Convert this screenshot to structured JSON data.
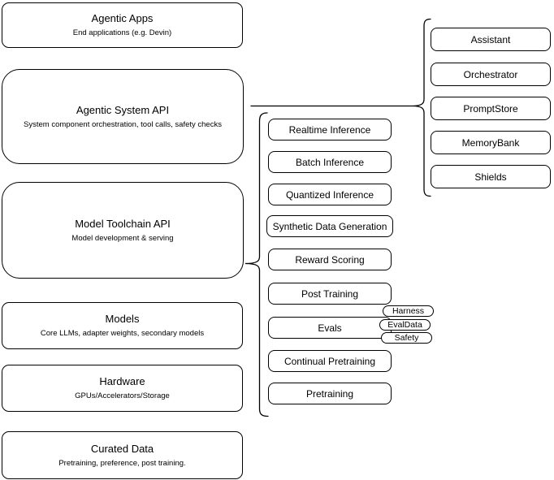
{
  "colors": {
    "stroke": "#000000",
    "fill": "#ffffff",
    "background": "#ffffff"
  },
  "stack": [
    {
      "title": "Agentic Apps",
      "subtitle": "End applications (e.g. Devin)"
    },
    {
      "title": "Agentic System API",
      "subtitle": "System component orchestration, tool calls, safety checks"
    },
    {
      "title": "Model Toolchain API",
      "subtitle": "Model development & serving"
    },
    {
      "title": "Models",
      "subtitle": "Core LLMs, adapter weights, secondary models"
    },
    {
      "title": "Hardware",
      "subtitle": "GPUs/Accelerators/Storage"
    },
    {
      "title": "Curated Data",
      "subtitle": "Pretraining, preference, post training."
    }
  ],
  "toolchain": [
    "Realtime Inference",
    "Batch Inference",
    "Quantized Inference",
    "Synthetic Data Generation",
    "Reward Scoring",
    "Post Training",
    "Evals",
    "Continual Pretraining",
    "Pretraining"
  ],
  "evals_tags": [
    "Harness",
    "EvalData",
    "Safety"
  ],
  "system_components": [
    "Assistant",
    "Orchestrator",
    "PromptStore",
    "MemoryBank",
    "Shields"
  ]
}
